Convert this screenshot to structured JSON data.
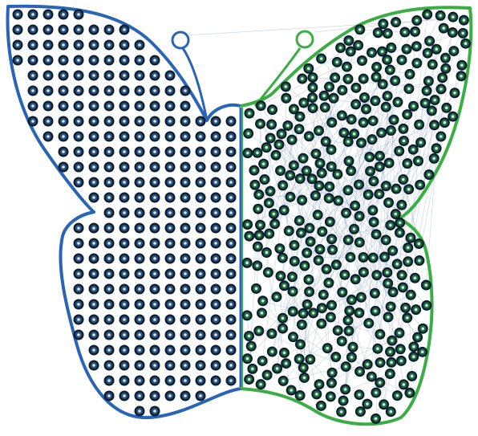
{
  "figure": {
    "subject": "butterfly",
    "colors": {
      "left_outline": "#2a64b4",
      "right_outline": "#3aad45",
      "left_marker": "#2b4f7a",
      "right_marker": "#1f6b3a",
      "marker_ring": "#0b1e2e",
      "link_line": "#8aa2c6",
      "background": "#ffffff"
    },
    "left_wing": {
      "layout": "regular-grid",
      "marker": "ringed-dot"
    },
    "right_wing": {
      "layout": "random-scatter",
      "marker": "ringed-dot"
    },
    "antennae": {
      "count": 2,
      "tip": "open-circle"
    }
  }
}
